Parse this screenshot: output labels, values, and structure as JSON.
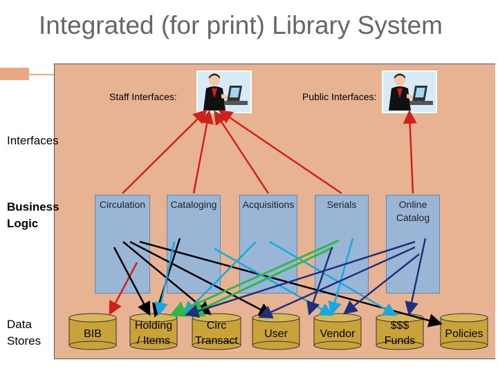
{
  "title": "Integrated (for print) Library System",
  "labels": {
    "staff": "Staff Interfaces:",
    "public": "Public Interfaces:",
    "interfaces": "Interfaces",
    "business_logic_1": "Business",
    "business_logic_2": "Logic",
    "data_stores_1": "Data",
    "data_stores_2": "Stores"
  },
  "modules": [
    {
      "line1": "Circulation",
      "line2": ""
    },
    {
      "line1": "Cataloging",
      "line2": ""
    },
    {
      "line1": "Acquisitions",
      "line2": ""
    },
    {
      "line1": "Serials",
      "line2": ""
    },
    {
      "line1": "Online",
      "line2": "Catalog"
    }
  ],
  "stores": [
    {
      "line1": "BIB",
      "line2": ""
    },
    {
      "line1": "Holding",
      "line2": "/ Items"
    },
    {
      "line1": "Circ",
      "line2": "Transact"
    },
    {
      "line1": "User",
      "line2": ""
    },
    {
      "line1": "Vendor",
      "line2": ""
    },
    {
      "line1": "$$$",
      "line2": "Funds"
    },
    {
      "line1": "Policies",
      "line2": ""
    }
  ],
  "colors": {
    "panel": "#e8b393",
    "module": "#9ab6d6",
    "store": "#c9a23a",
    "red": "#d0201a",
    "black": "#000000",
    "cyan": "#1aa6de",
    "green": "#2fb84a",
    "navy": "#1f2f7a"
  },
  "icons": [
    "person-at-computer-icon",
    "person-at-computer-icon"
  ]
}
